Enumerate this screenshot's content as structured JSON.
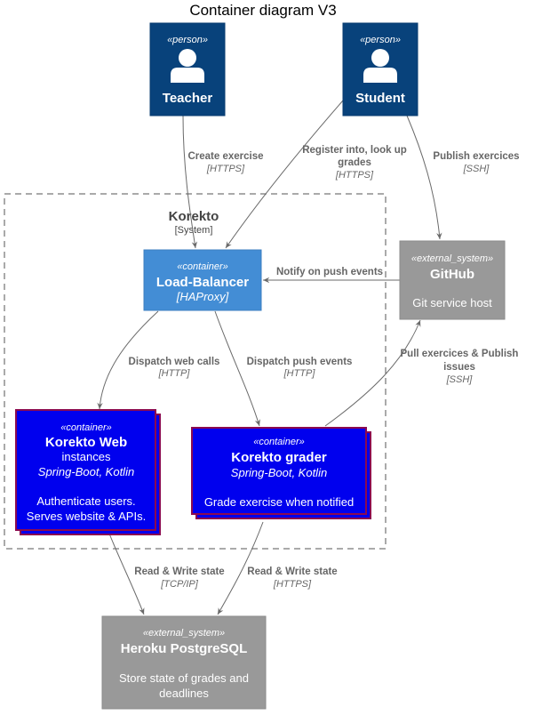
{
  "title": "Container diagram V3",
  "colors": {
    "person": "#08427b",
    "container_lb": "#438dd5",
    "container_app": "#0000ee",
    "app_border": "#8b0a50",
    "external": "#999999",
    "edge": "#6a6a6a"
  },
  "icons": {
    "person": "person-icon"
  },
  "persons": {
    "teacher": {
      "stereotype": "«person»",
      "name": "Teacher"
    },
    "student": {
      "stereotype": "«person»",
      "name": "Student"
    }
  },
  "boundary": {
    "name": "Korekto",
    "type": "[System]"
  },
  "containers": {
    "lb": {
      "stereotype": "«container»",
      "name": "Load-Balancer",
      "tech": "[HAProxy]"
    },
    "web": {
      "stereotype": "«container»",
      "name": "Korekto Web",
      "subname": "instances",
      "tech": "Spring-Boot, Kotlin",
      "desc1": "Authenticate users.",
      "desc2": "Serves website & APIs."
    },
    "grader": {
      "stereotype": "«container»",
      "name": "Korekto grader",
      "tech": "Spring-Boot, Kotlin",
      "desc1": "Grade exercise when notified"
    }
  },
  "externals": {
    "github": {
      "stereotype": "«external_system»",
      "name": "GitHub",
      "desc1": "Git service host"
    },
    "heroku": {
      "stereotype": "«external_system»",
      "name": "Heroku PostgreSQL",
      "desc1": "Store state of grades and",
      "desc2": "deadlines"
    }
  },
  "edges": {
    "teacher_lb": {
      "label": "Create exercise",
      "tech": "[HTTPS]"
    },
    "student_lb": {
      "label1": "Register into, look up",
      "label2": "grades",
      "tech": "[HTTPS]"
    },
    "student_gh": {
      "label": "Publish exercices",
      "tech": "[SSH]"
    },
    "gh_lb": {
      "label": "Notify on push events"
    },
    "lb_web": {
      "label": "Dispatch web calls",
      "tech": "[HTTP]"
    },
    "lb_grader": {
      "label": "Dispatch push events",
      "tech": "[HTTP]"
    },
    "grader_gh": {
      "label1": "Pull exercices & Publish",
      "label2": "issues",
      "tech": "[SSH]"
    },
    "web_db": {
      "label": "Read & Write state",
      "tech": "[TCP/IP]"
    },
    "grader_db": {
      "label": "Read & Write state",
      "tech": "[HTTPS]"
    }
  }
}
